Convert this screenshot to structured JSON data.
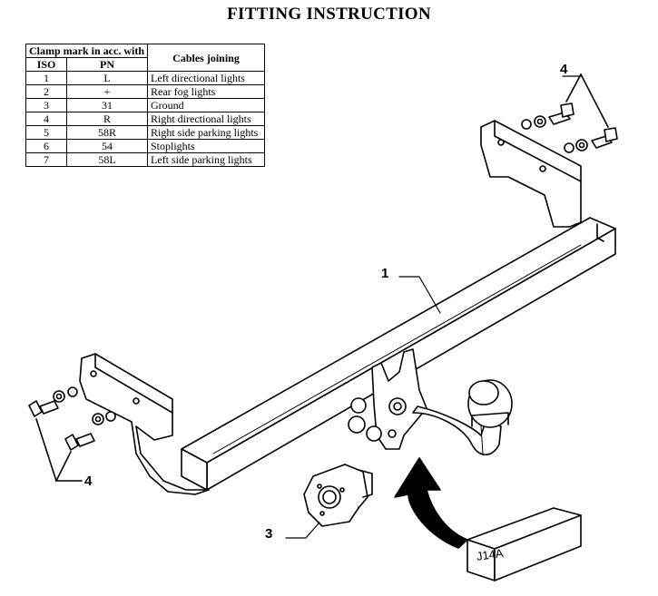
{
  "title": "FITTING INSTRUCTION",
  "table": {
    "header_clamp": "Clamp mark in acc. with",
    "header_iso": "ISO",
    "header_pn": "PN",
    "header_cables": "Cables joining",
    "rows": [
      {
        "iso": "1",
        "pn": "L",
        "cable": "Left directional lights"
      },
      {
        "iso": "2",
        "pn": "+",
        "cable": "Rear fog lights"
      },
      {
        "iso": "3",
        "pn": "31",
        "cable": "Ground"
      },
      {
        "iso": "4",
        "pn": "R",
        "cable": "Right directional lights"
      },
      {
        "iso": "5",
        "pn": "58R",
        "cable": "Right side parking lights"
      },
      {
        "iso": "6",
        "pn": "54",
        "cable": "Stoplights"
      },
      {
        "iso": "7",
        "pn": "58L",
        "cable": "Left side parking lights"
      }
    ]
  },
  "callouts": {
    "crossbar": "1",
    "socket_plate": "3",
    "bolts_top": "4",
    "bolts_bottom": "4"
  },
  "package_label": "J14A"
}
